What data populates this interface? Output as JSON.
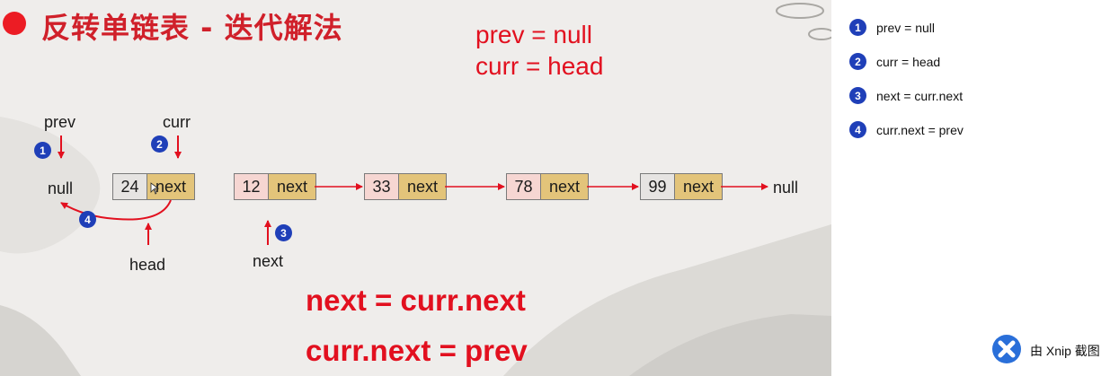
{
  "slide": {
    "title": "反转单链表 - 迭代解法",
    "init_lines": [
      "prev = null",
      "curr = head"
    ],
    "code_lines": [
      "next = curr.next",
      "curr.next = prev"
    ],
    "labels": {
      "prev": "prev",
      "curr": "curr",
      "head": "head",
      "next": "next",
      "null_left": "null",
      "null_right": "null"
    },
    "nodes": [
      {
        "value": "24",
        "next_label": "next"
      },
      {
        "value": "12",
        "next_label": "next"
      },
      {
        "value": "33",
        "next_label": "next"
      },
      {
        "value": "78",
        "next_label": "next"
      },
      {
        "value": "99",
        "next_label": "next"
      }
    ],
    "badges": [
      "1",
      "2",
      "3",
      "4"
    ]
  },
  "steps": [
    {
      "num": "1",
      "text": "prev = null"
    },
    {
      "num": "2",
      "text": "curr = head"
    },
    {
      "num": "3",
      "text": "next = curr.next"
    },
    {
      "num": "4",
      "text": "curr.next = prev"
    }
  ],
  "watermark": "由 Xnip 截图",
  "colors": {
    "accent_red": "#e2101f",
    "badge_blue": "#1f3fb8",
    "node_value_bg": "#f6d6d2",
    "node_next_bg": "#e3c47a"
  }
}
